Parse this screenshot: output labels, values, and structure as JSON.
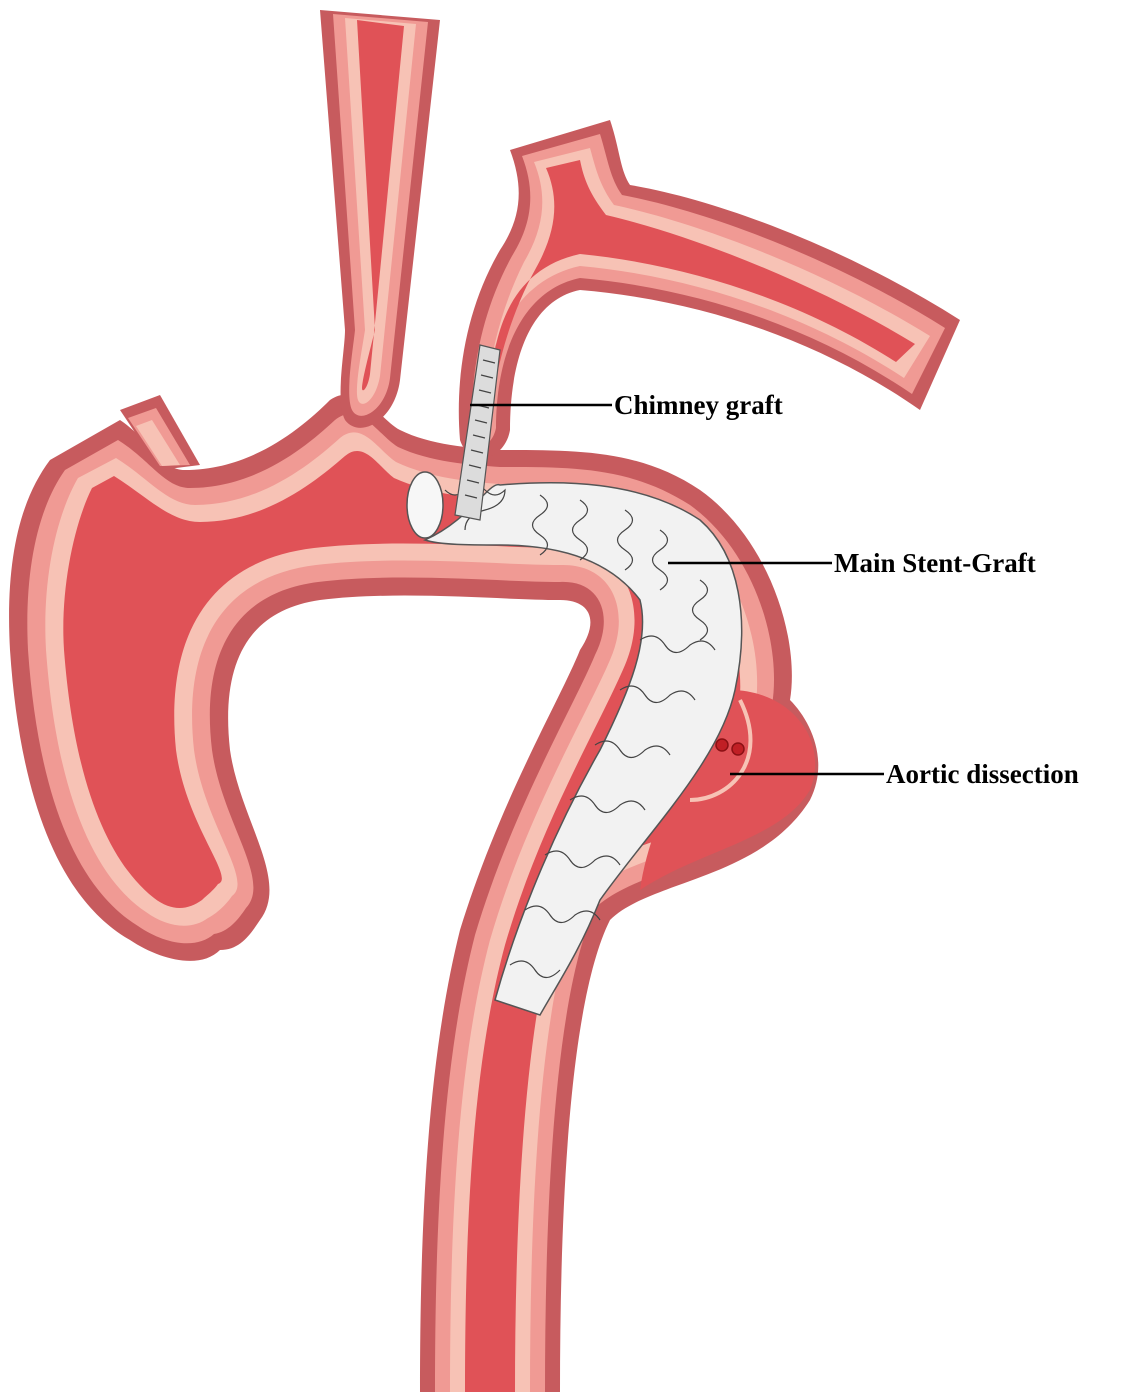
{
  "labels": {
    "chimney_graft": "Chimney graft",
    "main_stent_graft": "Main Stent-Graft",
    "aortic_dissection": "Aortic dissection"
  },
  "colors": {
    "lumen": "#e05257",
    "wall_inner": "#f7c2b5",
    "wall_mid": "#f09a94",
    "wall_outer": "#c75b5e",
    "stent_fill": "#f2f2f2",
    "stent_outline": "#555555"
  }
}
